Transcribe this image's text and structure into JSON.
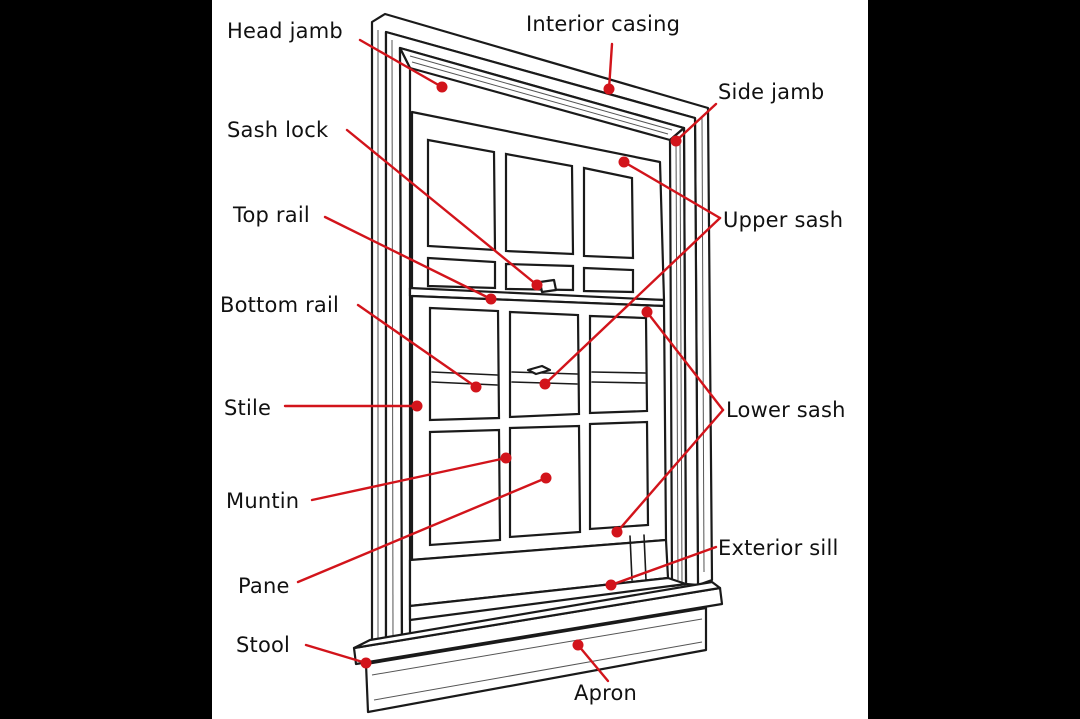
{
  "labels": {
    "head_jamb": "Head jamb",
    "interior_casing": "Interior casing",
    "side_jamb": "Side jamb",
    "sash_lock": "Sash lock",
    "upper_sash": "Upper sash",
    "top_rail": "Top rail",
    "bottom_rail": "Bottom rail",
    "lower_sash": "Lower sash",
    "stile": "Stile",
    "muntin": "Muntin",
    "exterior_sill": "Exterior sill",
    "pane": "Pane",
    "stool": "Stool",
    "apron": "Apron"
  },
  "colors": {
    "leader": "#d2141b",
    "ink": "#1a1a1a",
    "paper": "#ffffff",
    "background": "#000000"
  }
}
